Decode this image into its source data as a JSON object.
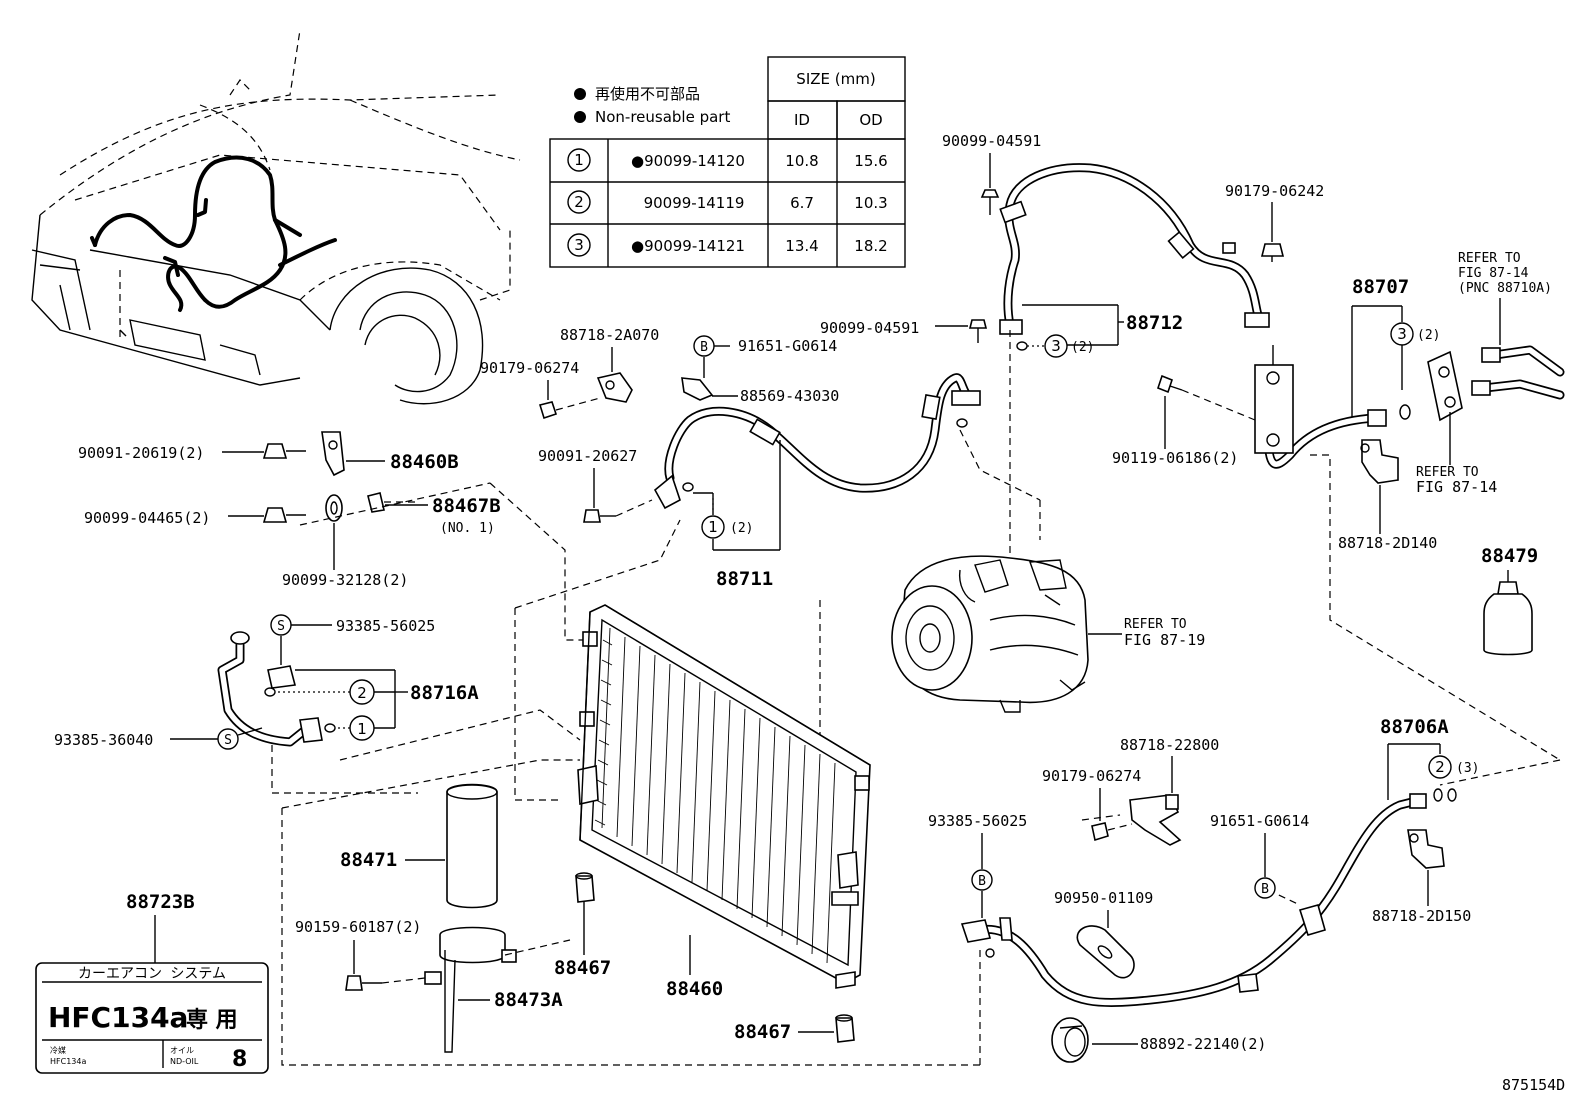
{
  "legend": {
    "bullet_ja": "再使用不可部品",
    "bullet_en": "Non-reusable part",
    "size_header": "SIZE (mm)",
    "col_id": "ID",
    "col_od": "OD",
    "rows": [
      {
        "num": "1",
        "part": "●90099-14120",
        "id": "10.8",
        "od": "15.6"
      },
      {
        "num": "2",
        "part": "90099-14119",
        "id": "6.7",
        "od": "10.3"
      },
      {
        "num": "3",
        "part": "●90099-14121",
        "id": "13.4",
        "od": "18.2"
      }
    ]
  },
  "labels": {
    "p90099_04591_top": "90099-04591",
    "p90179_06242": "90179-06242",
    "p88707": "88707",
    "refer_87_14_top_1": "REFER TO",
    "refer_87_14_top_2": "FIG 87-14",
    "refer_87_14_top_3": "(PNC 88710A)",
    "p88712": "88712",
    "p90099_04591_mid": "90099-04591",
    "c3_qty_88712": "(2)",
    "c3_qty_88707": "(2)",
    "p88718_2A070": "88718-2A070",
    "p91651_G0614_top": "91651-G0614",
    "p90179_06274_top": "90179-06274",
    "p88569_43030": "88569-43030",
    "p90119_06186": "90119-06186(2)",
    "refer_87_14_mid_1": "REFER TO",
    "refer_87_14_mid_2": "FIG 87-14",
    "p88718_2D140": "88718-2D140",
    "p90091_20619": "90091-20619(2)",
    "p88460B": "88460B",
    "p90091_20627": "90091-20627",
    "p90099_04465": "90099-04465(2)",
    "p88467B": "88467B",
    "p88467B_no": "(NO. 1)",
    "p90099_32128": "90099-32128(2)",
    "c1_qty_88711": "(2)",
    "p88711": "88711",
    "p88479": "88479",
    "refer_87_19_1": "REFER TO",
    "refer_87_19_2": "FIG 87-19",
    "p93385_56025_left": "93385-56025",
    "p88716A": "88716A",
    "p93385_36040": "93385-36040",
    "p88706A": "88706A",
    "c2_qty_88706A": "(3)",
    "p88718_22800": "88718-22800",
    "p90179_06274_low": "90179-06274",
    "p93385_56025_low": "93385-56025",
    "p91651_G0614_low": "91651-G0614",
    "p88471": "88471",
    "p88718_2D150": "88718-2D150",
    "p90950_01109": "90950-01109",
    "p88723B": "88723B",
    "p90159_60187": "90159-60187(2)",
    "p88467_mid": "88467",
    "p88460": "88460",
    "p88473A": "88473A",
    "p88467_low": "88467",
    "p88892_22140": "88892-22140(2)",
    "fig_id": "875154D"
  },
  "circle_marks": {
    "one": "1",
    "two": "2",
    "three": "3",
    "B": "B",
    "S": "S"
  },
  "refrigerant_label": {
    "header_ja": "カーエアコン システム",
    "refrigerant": "HFC134a",
    "suffix_ja": "専 用",
    "left_small_ja": "冷媒",
    "left_small_en": "HFC134a",
    "oil_ja": "オイル",
    "oil_en": "ND-OIL",
    "oil_num": "8"
  }
}
